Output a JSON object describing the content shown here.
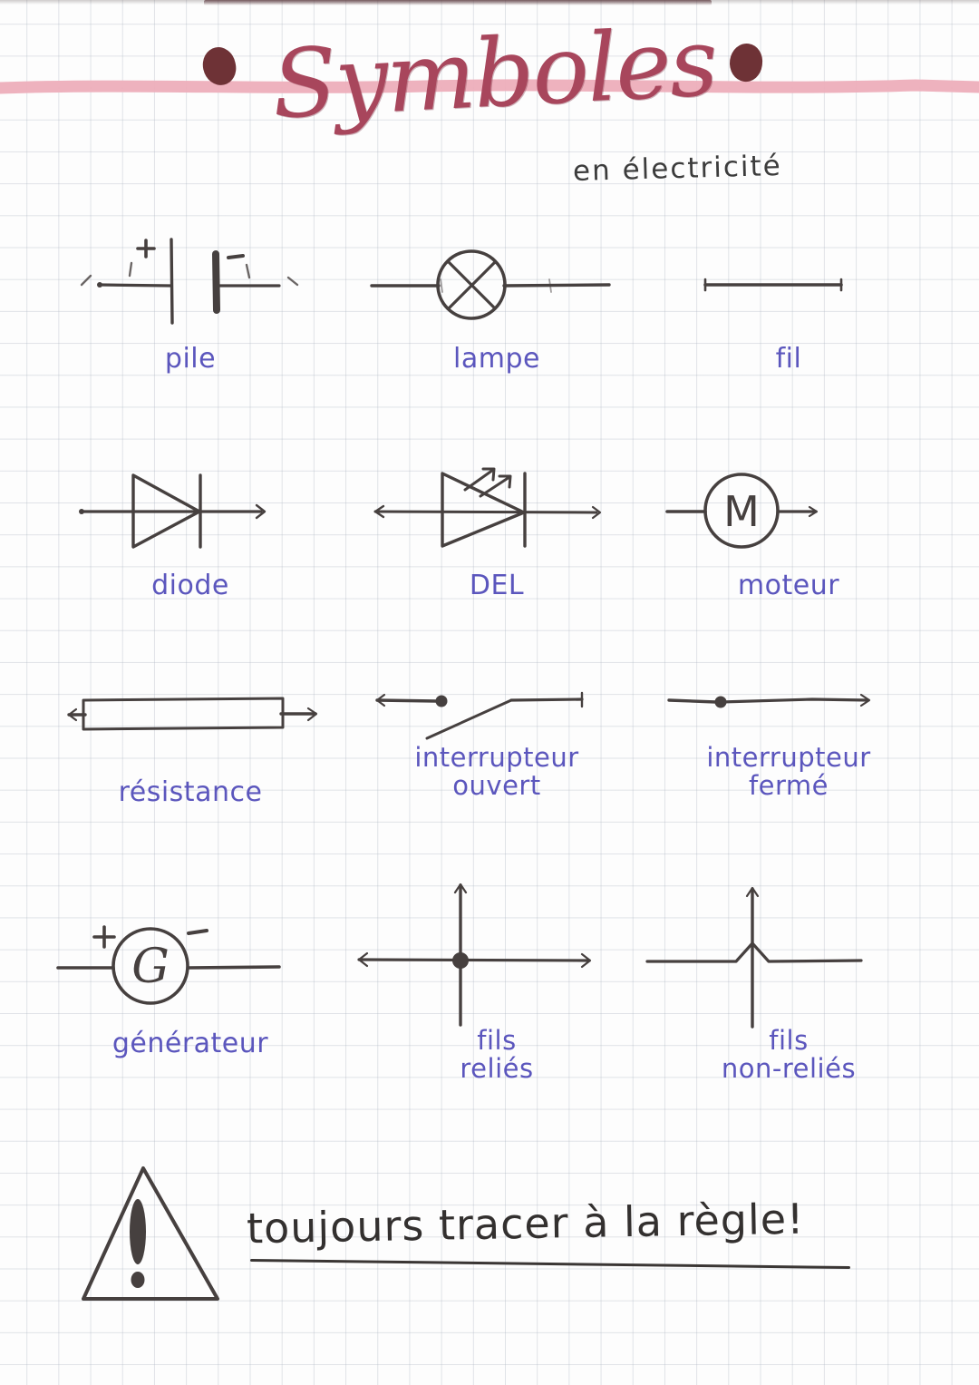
{
  "page": {
    "title": "Symboles",
    "subtitle": "en électricité",
    "title_color": "#a8465c",
    "highlight_color": "#edaebb",
    "label_ink_color": "#5b56bd",
    "drawing_ink_color": "#46403f",
    "paper": "grid / graph paper"
  },
  "symbols": [
    {
      "label": "pile",
      "icon": "battery-cell-icon",
      "plus": "+",
      "minus": "-",
      "row": 1,
      "col": 1
    },
    {
      "label": "lampe",
      "icon": "lamp-crossed-circle-icon",
      "row": 1,
      "col": 2
    },
    {
      "label": "fil",
      "icon": "wire-line-icon",
      "row": 1,
      "col": 3
    },
    {
      "label": "diode",
      "icon": "diode-icon",
      "row": 2,
      "col": 1
    },
    {
      "label": "DEL",
      "icon": "led-icon",
      "row": 2,
      "col": 2
    },
    {
      "label": "moteur",
      "icon": "motor-circle-m-icon",
      "letter": "M",
      "row": 2,
      "col": 3
    },
    {
      "label": "résistance",
      "icon": "resistor-rectangle-icon",
      "row": 3,
      "col": 1
    },
    {
      "label": "interrupteur\nouvert",
      "label_line1": "interrupteur",
      "label_line2": "ouvert",
      "icon": "switch-open-icon",
      "row": 3,
      "col": 2
    },
    {
      "label": "interrupteur\nfermé",
      "label_line1": "interrupteur",
      "label_line2": "fermé",
      "icon": "switch-closed-icon",
      "row": 3,
      "col": 3
    },
    {
      "label": "générateur",
      "icon": "generator-circle-g-icon",
      "letter": "G",
      "plus": "+",
      "minus": "-",
      "row": 4,
      "col": 1
    },
    {
      "label": "fils\nreliés",
      "label_line1": "fils",
      "label_line2": "reliés",
      "icon": "wires-connected-icon",
      "row": 4,
      "col": 2
    },
    {
      "label": "fils\nnon-reliés",
      "label_line1": "fils",
      "label_line2": "non-reliés",
      "icon": "wires-not-connected-icon",
      "row": 4,
      "col": 3
    }
  ],
  "footer": {
    "warning_icon": "warning-triangle-exclamation-icon",
    "text": "toujours tracer à la règle!"
  }
}
